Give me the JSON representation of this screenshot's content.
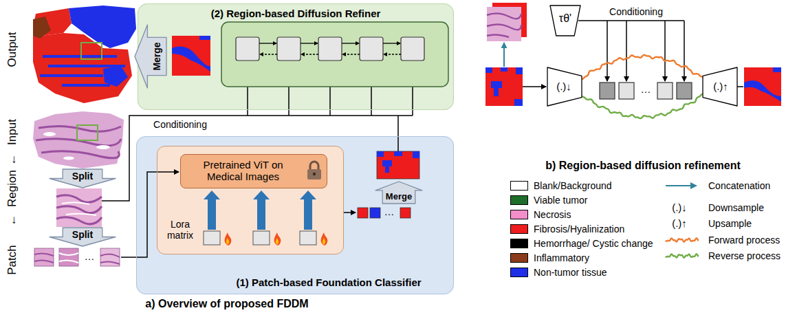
{
  "diagram": {
    "nodes": [
      {
        "text": [
          "(2) Region-based Diffusion Refiner"
        ]
      },
      {
        "text": [
          "Merge"
        ]
      },
      {
        "text": [
          "Split"
        ]
      },
      {
        "text": [
          "Split"
        ]
      },
      {
        "text": [
          "(1) Patch-based Foundation Classifier"
        ]
      },
      {
        "text": [
          "Lora matrix"
        ],
        "in": 4
      },
      {
        "text": [
          "Pretrained ViT on Medical Images"
        ],
        "in": 5
      },
      {
        "text": [
          "Merge"
        ],
        "in": 4
      },
      {
        "text": [
          "τθ'"
        ]
      },
      {
        "text": [
          "(.)↓"
        ]
      },
      {
        "text": [
          "(.)↑"
        ]
      }
    ],
    "edges": [
      {
        "from": 9,
        "to": 10,
        "arrow": "none"
      },
      {
        "from": 10,
        "to": 9,
        "arrow": "none"
      }
    ],
    "labels": [
      "Output",
      "Input",
      "←",
      "Region",
      "←",
      "Patch",
      "…",
      "Conditioning",
      "…",
      "a) Overview of proposed FDDM",
      "Conditioning",
      "…",
      "b) Region-based diffusion refinement",
      "(.)↓",
      "(.)↑"
    ],
    "legend": [
      {
        "text": "Blank/Background",
        "color": "#ffffff"
      },
      {
        "text": "Viable tumor",
        "color": "#1e6e2a"
      },
      {
        "text": "Necrosis",
        "color": "#f28ec9"
      },
      {
        "text": "Fibrosis/Hyalinization",
        "color": "#ee1c1c"
      },
      {
        "text": "Hemorrhage/ Cystic change",
        "color": "#000000"
      },
      {
        "text": "Inflammatory",
        "color": "#8b3a1a"
      },
      {
        "text": "Non-tumor tissue",
        "color": "#1f2fe8"
      },
      {
        "text": "Concatenation"
      },
      {
        "text": "Downsample"
      },
      {
        "text": "Upsample"
      },
      {
        "text": "Forward process"
      },
      {
        "text": "Reverse process"
      }
    ]
  }
}
